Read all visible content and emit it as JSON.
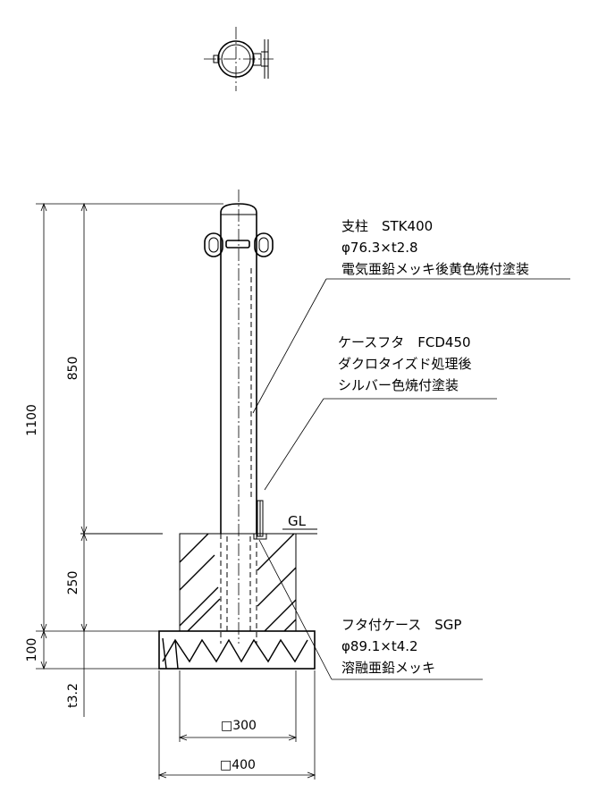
{
  "labels": {
    "pole": {
      "line1": "支柱　STK400",
      "line2": "φ76.3×t2.8",
      "line3": "電気亜鉛メッキ後黄色焼付塗装"
    },
    "case_lid": {
      "line1": "ケースフタ　FCD450",
      "line2": "ダクロタイズド処理後",
      "line3": "シルバー色焼付塗装"
    },
    "case": {
      "line1": "フタ付ケース　SGP",
      "line2": "φ89.1×t4.2",
      "line3": "溶融亜鉛メッキ"
    },
    "ground_level": "GL"
  },
  "dimensions": {
    "total_height": "1100",
    "above_ground": "850",
    "embed_depth": "250",
    "base_thickness": "100",
    "plate": "t3.2",
    "inner_width": "□300",
    "outer_width": "□400"
  }
}
